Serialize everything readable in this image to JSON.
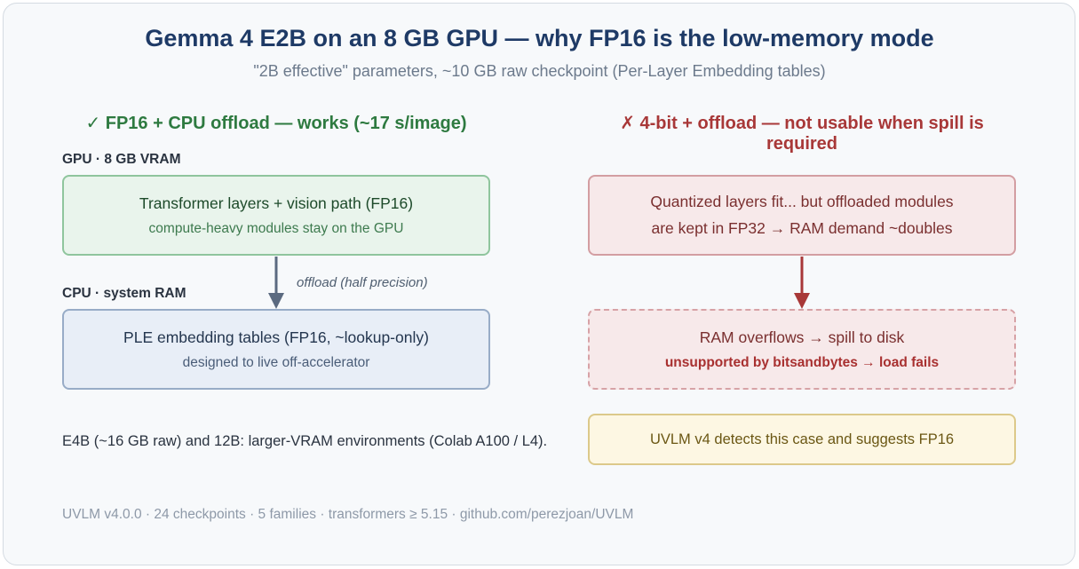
{
  "title": "Gemma 4 E2B on an 8 GB GPU — why FP16 is the low-memory mode",
  "subtitle": "\"2B effective\" parameters, ~10 GB raw checkpoint (Per-Layer Embedding tables)",
  "left": {
    "heading": "✓ FP16 + CPU offload — works (~17 s/image)",
    "gpu_label": "GPU · 8 GB VRAM",
    "gpu_box": {
      "line1": "Transformer layers + vision path (FP16)",
      "line2": "compute-heavy modules stay on the GPU"
    },
    "arrow_label": "offload (half precision)",
    "cpu_label": "CPU · system RAM",
    "cpu_box": {
      "line1": "PLE embedding tables (FP16, ~lookup-only)",
      "line2": "designed to live off-accelerator"
    },
    "note": "E4B (~16 GB raw) and 12B: larger-VRAM environments (Colab A100 / L4)."
  },
  "right": {
    "heading": "✗ 4-bit + offload — not usable when spill is required",
    "quant_box": {
      "line1": "Quantized layers fit... but offloaded modules",
      "line2": "are kept in FP32 → RAM demand ~doubles"
    },
    "spill_box": {
      "line1": "RAM overflows → spill to disk",
      "line2": "unsupported by bitsandbytes → load fails"
    },
    "hint_box": {
      "line1": "UVLM v4 detects this case and suggests FP16"
    }
  },
  "footer": "UVLM v4.0.0 · 24 checkpoints · 5 families · transformers ≥ 5.15 · github.com/perezjoan/UVLM",
  "colors": {
    "ok": "#2e7a40",
    "bad": "#a83838",
    "title": "#1e3a66",
    "arrow_ok": "#5b6a80",
    "arrow_bad": "#a83838"
  }
}
